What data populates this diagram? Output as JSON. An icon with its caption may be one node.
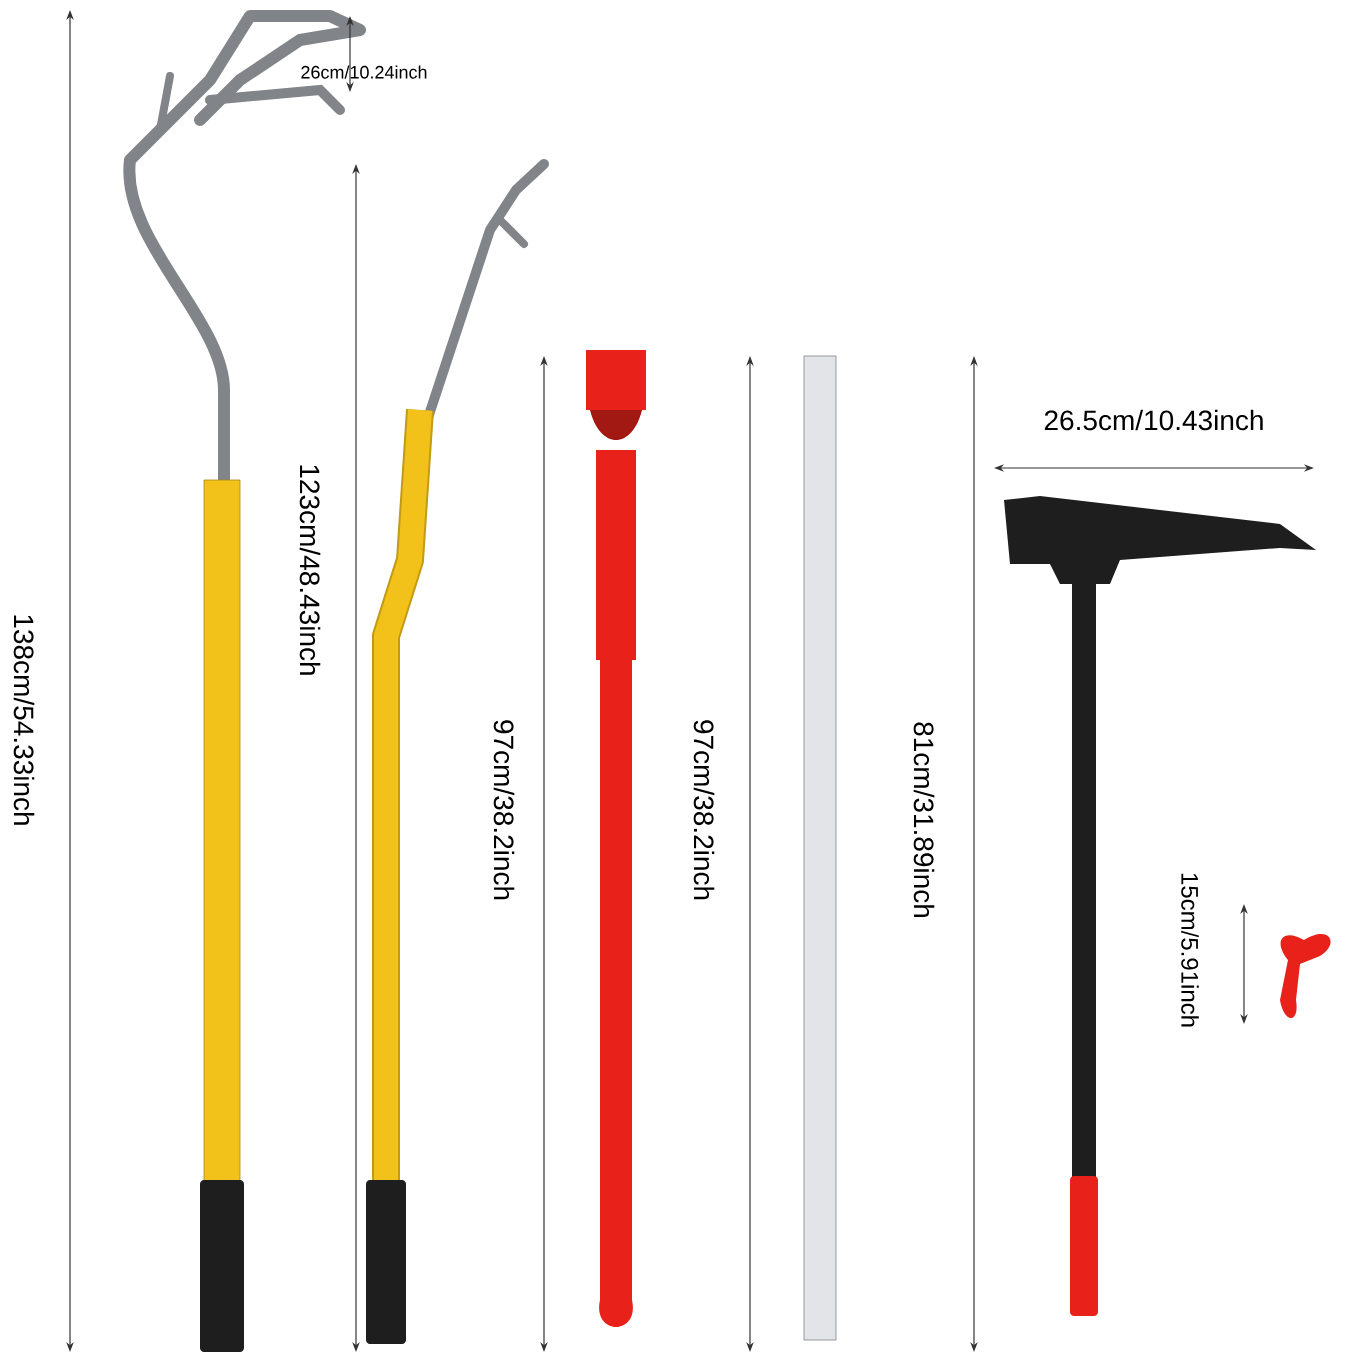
{
  "diagram": {
    "labels": [
      "26cm/10.24inch",
      "138cm/54.33inch",
      "123cm/48.43inch",
      "26.5cm/10.43inch",
      "97cm/38.2inch",
      "97cm/38.2inch",
      "81cm/31.89inch",
      "15cm/5.91inch"
    ]
  }
}
